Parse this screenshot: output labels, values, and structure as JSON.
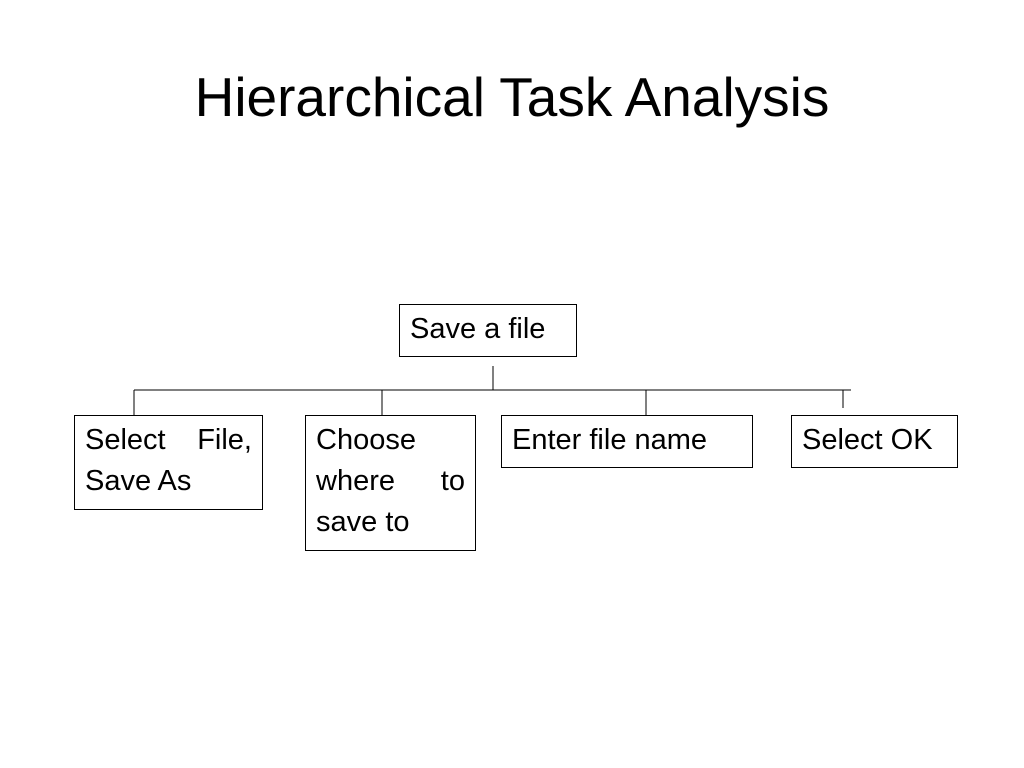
{
  "slide": {
    "title": "Hierarchical Task Analysis"
  },
  "diagram": {
    "root": {
      "label": "Save a file"
    },
    "children": [
      {
        "label": "Select File, Save As"
      },
      {
        "label": "Choose where to save to"
      },
      {
        "label": "Enter file name"
      },
      {
        "label": "Select OK"
      }
    ],
    "line_color": "#000000"
  }
}
